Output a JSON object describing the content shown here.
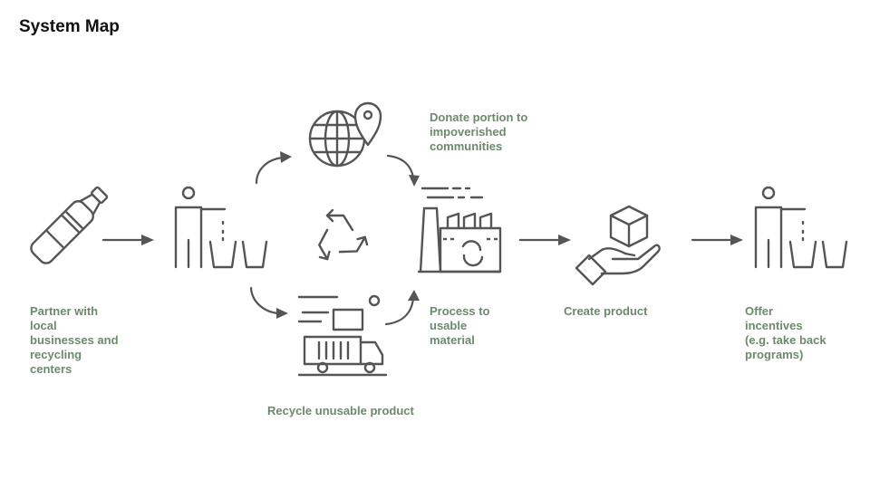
{
  "title": "System Map",
  "steps": {
    "partner": [
      "Partner with",
      "local",
      "businesses and",
      "recycling",
      "centers"
    ],
    "donate": [
      "Donate portion to",
      "impoverished",
      "communities"
    ],
    "process": [
      "Process to",
      "usable",
      "material"
    ],
    "recycle": [
      "Recycle unusable product"
    ],
    "create": [
      "Create product"
    ],
    "offer": [
      "Offer",
      "incentives",
      "(e.g. take back",
      "programs)"
    ]
  },
  "colors": {
    "label": "#6b8a6b",
    "icon": "#555555",
    "title": "#111111"
  },
  "icons": [
    "plastic-bottle-icon",
    "person-bins-icon",
    "globe-pin-icon",
    "recycle-icon",
    "truck-icon",
    "factory-icon",
    "hand-cube-icon"
  ]
}
